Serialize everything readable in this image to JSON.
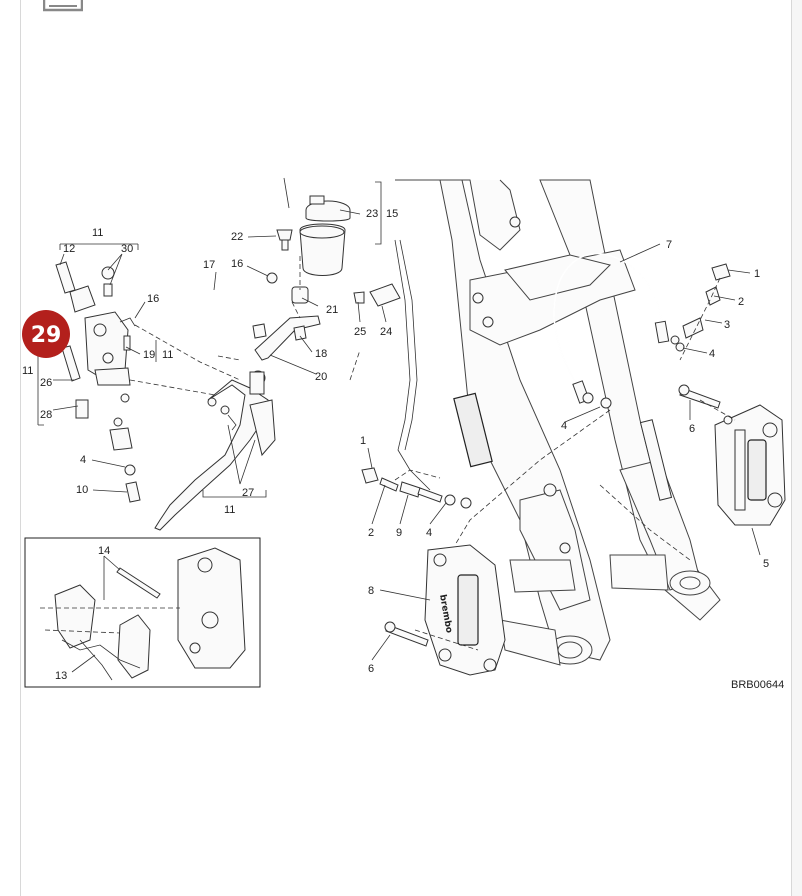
{
  "badge": {
    "number": "29",
    "color": "#b3201c"
  },
  "drawing_code": "BRB00644",
  "callouts": {
    "n1a": "1",
    "n2a": "2",
    "n3": "3",
    "n4a": "4",
    "n4b": "4",
    "n6a": "6",
    "n7": "7",
    "n5": "5",
    "n4c": "4",
    "n1b": "1",
    "n2b": "2",
    "n9": "9",
    "n4d": "4",
    "n8": "8",
    "n6b": "6",
    "n11a": "11",
    "n12": "12",
    "n30": "30",
    "n16a": "16",
    "n19": "19",
    "n11b": "11",
    "n11c": "11",
    "n26": "26",
    "n28": "28",
    "n4e": "4",
    "n10": "10",
    "n27": "27",
    "n11d": "11",
    "n17": "17",
    "n16b": "16",
    "n22": "22",
    "n23": "23",
    "n15": "15",
    "n21": "21",
    "n18": "18",
    "n20": "20",
    "n25": "25",
    "n24": "24",
    "n14": "14",
    "n13": "13"
  }
}
